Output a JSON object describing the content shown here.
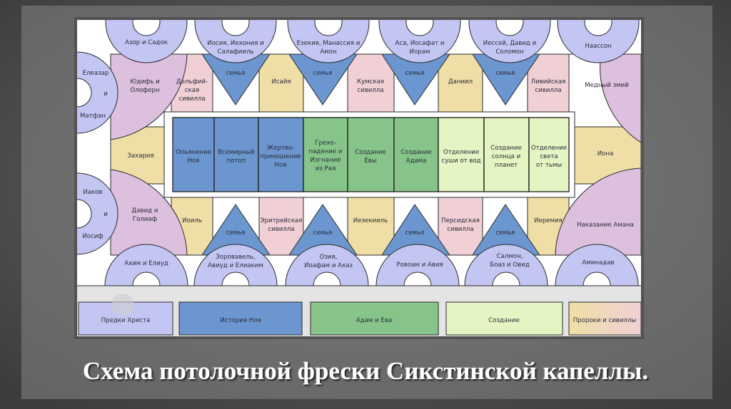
{
  "title": "Схема потолочной фрески Сикстинской капеллы.",
  "colors": {
    "ancestors": "#c3c6f3",
    "noah": "#6b96cf",
    "adam_eve": "#86c48a",
    "creation": "#e4f4c2",
    "prophets": "#efdfa6",
    "sibyls": "#f0d0d5",
    "corner_scenes": "#dcc0dd"
  },
  "top_lunettes": [
    [
      "Азор и Садок"
    ],
    [
      "Иосия, Иехония и",
      "Салафииль"
    ],
    [
      "Езекия, Манассия и",
      "Амон"
    ],
    [
      "Аса, Иосафат и",
      "Иорам"
    ],
    [
      "Иессей, Давид и",
      "Соломон"
    ],
    [
      "Наассон"
    ]
  ],
  "bottom_lunettes": [
    [
      "Ахим и Елиуд"
    ],
    [
      "Зоровавель,",
      "Авиуд и Елиаким"
    ],
    [
      "Озия,",
      "Иоафам и Ахаз"
    ],
    [
      "Ровоам и Авия"
    ],
    [
      "Салмон,",
      "Боаз и Овид"
    ],
    [
      "Аминадав"
    ]
  ],
  "side_lunettes": {
    "left_top": [
      "Елеазар",
      "и",
      "Матфан"
    ],
    "left_bottom": [
      "Иаков",
      "и",
      "Иосиф"
    ]
  },
  "family_label": "семья",
  "top_row": [
    [
      "Дельфий-",
      "ская",
      "сивилла"
    ],
    [
      "Исайя"
    ],
    [
      "Кумская",
      "сивилла"
    ],
    [
      "Даниил"
    ],
    [
      "Ливийская",
      "сивилла"
    ]
  ],
  "bottom_row": [
    [
      "Иоиль"
    ],
    [
      "Эритрейская",
      "сивилла"
    ],
    [
      "Иезекииль"
    ],
    [
      "Персидская",
      "сивилла"
    ],
    [
      "Иеремия"
    ]
  ],
  "corners": {
    "top_left": [
      "Юдифь и",
      "Олоферн"
    ],
    "top_right": [
      "Медный змий"
    ],
    "bottom_left": [
      "Давид и",
      "Голиаф"
    ],
    "bottom_right": [
      "Наказание Амана"
    ]
  },
  "ends": {
    "left": [
      "Захария"
    ],
    "right": [
      "Иона"
    ]
  },
  "center_panels": [
    [
      "Опьянение",
      "Ноя"
    ],
    [
      "Всемирный",
      "потоп"
    ],
    [
      "Жертво-",
      "приношение",
      "Ноя"
    ],
    [
      "Грехо-",
      "падение и",
      "Изгнание",
      "из Рая"
    ],
    [
      "Создание",
      "Евы"
    ],
    [
      "Создание",
      "Адама"
    ],
    [
      "Отделение",
      "суши от вод"
    ],
    [
      "Создание",
      "солнца и",
      "планет"
    ],
    [
      "Отделение",
      "света",
      "от тьмы"
    ]
  ],
  "legend": [
    "Предки Христа",
    "История Ноя",
    "Адам и Ева",
    "Создание",
    "Пророки и сивиллы"
  ]
}
